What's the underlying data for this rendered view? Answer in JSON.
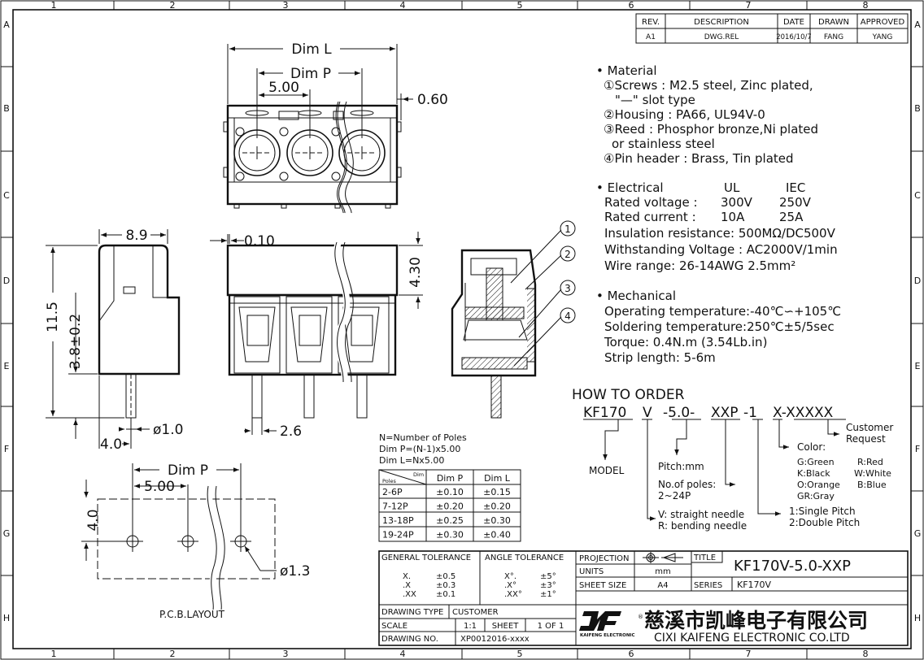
{
  "frame": {
    "cols": [
      "1",
      "2",
      "3",
      "4",
      "5",
      "6",
      "7",
      "8"
    ],
    "rows": [
      "A",
      "B",
      "C",
      "D",
      "E",
      "F",
      "G",
      "H"
    ]
  },
  "revision_table": {
    "headers": [
      "REV.",
      "DESCRIPTION",
      "DATE",
      "DRAWN",
      "APPROVED"
    ],
    "row": [
      "A1",
      "DWG.REL",
      "2016/10/7",
      "FANG",
      "YANG"
    ]
  },
  "material": {
    "heading": "• Material",
    "lines": [
      "①Screws : M2.5 steel, Zinc plated,",
      "\"—\" slot type",
      "②Housing : PA66, UL94V-0",
      "③Reed : Phosphor bronze,Ni plated",
      "or stainless steel",
      "④Pin header : Brass, Tin plated"
    ]
  },
  "electrical": {
    "heading": "• Electrical",
    "col_ul": "UL",
    "col_iec": "IEC",
    "rated_voltage": {
      "label": "Rated voltage :",
      "ul": "300V",
      "iec": "250V"
    },
    "rated_current": {
      "label": "Rated current :",
      "ul": "10A",
      "iec": "25A"
    },
    "insulation": "Insulation resistance: 500MΩ/DC500V",
    "withstanding": "Withstanding Voltage : AC2000V/1min",
    "wire_range": "Wire range: 26-14AWG  2.5mm²"
  },
  "mechanical": {
    "heading": "• Mechanical",
    "lines": [
      "Operating temperature:-40℃∽+105℃",
      "Soldering temperature:250℃±5/5sec",
      "Torque: 0.4N.m (3.54Lb.in)",
      "Strip length: 5-6m"
    ]
  },
  "how_to_order": {
    "title": "HOW TO ORDER",
    "code_parts": [
      "KF170",
      "V",
      "-5.0-",
      "XXP",
      "-1",
      "X-XXXXX"
    ],
    "model": "MODEL",
    "pitch": "Pitch:mm",
    "poles": "No.of poles:",
    "poles_range": "2~24P",
    "v_option": "V: straight needle",
    "r_option": "R: bending needle",
    "single_pitch": "1:Single Pitch",
    "double_pitch": "2:Double Pitch",
    "color_label": "Color:",
    "colors": [
      "G:Green",
      "R:Red",
      "K:Black",
      "W:White",
      "O:Orange",
      "B:Blue",
      "GR:Gray"
    ],
    "customer": "Customer",
    "request": "Request"
  },
  "dims": {
    "dim_l": "Dim L",
    "dim_p": "Dim P",
    "pitch": "5.00",
    "offset": "0.60",
    "width": "8.9",
    "top_offset": "0.10",
    "height_top": "4.30",
    "height_total": "11.5",
    "pin_height": "3.8±0.2",
    "pin_offset": "4.0",
    "pin_dia": "ø1.0",
    "pin_gap": "2.6",
    "pcb_dim_p": "Dim P",
    "pcb_pitch": "5.00",
    "pcb_height": "4.0",
    "pcb_hole": "ø1.3",
    "pcb_label": "P.C.B.LAYOUT"
  },
  "callouts": [
    "1",
    "2",
    "3",
    "4"
  ],
  "formula": {
    "lines": [
      "N=Number of Poles",
      "Dim P=(N-1)x5.00",
      "Dim L=Nx5.00"
    ]
  },
  "tolerance_table": {
    "corner_top": "Dim",
    "corner_bottom": "Poles",
    "headers": [
      "Dim P",
      "Dim L"
    ],
    "rows": [
      [
        "2-6P",
        "±0.10",
        "±0.15"
      ],
      [
        "7-12P",
        "±0.20",
        "±0.20"
      ],
      [
        "13-18P",
        "±0.25",
        "±0.30"
      ],
      [
        "19-24P",
        "±0.30",
        "±0.40"
      ]
    ]
  },
  "title_block": {
    "general_tolerance": "GENERAL TOLERANCE",
    "angle_tolerance": "ANGLE TOLERANCE",
    "gen_rows": [
      [
        "X.",
        "±0.5"
      ],
      [
        ".X",
        "±0.3"
      ],
      [
        ".XX",
        "±0.1"
      ]
    ],
    "ang_rows": [
      [
        "X°.",
        "±5°"
      ],
      [
        ".X°",
        "±3°"
      ],
      [
        ".XX°",
        "±1°"
      ]
    ],
    "projection_label": "PROJECTION",
    "units_label": "UNITS",
    "units_value": "mm",
    "sheet_size_label": "SHEET SIZE",
    "sheet_size_value": "A4",
    "title_label": "TITLE",
    "title_value": "KF170V-5.0-XXP",
    "series_label": "SERIES",
    "series_value": "KF170V",
    "drawing_type_label": "DRAWING TYPE",
    "drawing_type_value": "CUSTOMER",
    "scale_label": "SCALE",
    "scale_value": "1:1",
    "sheet_label": "SHEET",
    "sheet_value": "1 OF 1",
    "drawing_no_label": "DRAWING NO.",
    "drawing_no_value": "XP0012016-xxxx",
    "company_cn": "慈溪市凯峰电子有限公司",
    "company_en": "CIXI KAIFENG ELECTRONIC CO.LTD",
    "logo_sub": "KAIFENG ELECTRONIC"
  }
}
